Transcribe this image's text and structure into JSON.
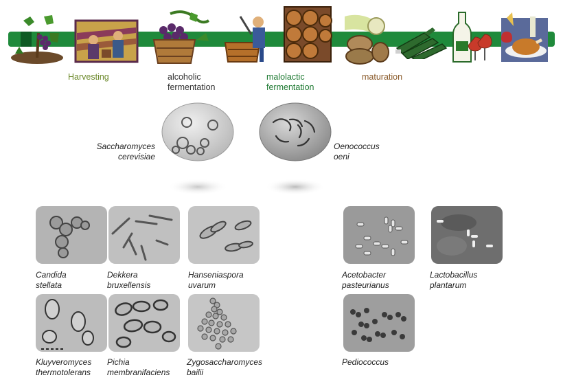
{
  "process": {
    "stages": {
      "harvesting": "Harvesting",
      "alcoholic": "alcoholic\nfermentation",
      "malolactic": "malolactic\nfermentation",
      "maturation": "maturation"
    },
    "icons": [
      "grapevine-icon",
      "vineyard-workers-icon",
      "grape-crate-icon",
      "wine-press-icon",
      "cellar-barrels-icon",
      "barrels-and-cheese-icon",
      "bottles-icon",
      "bottle-and-glasses-icon",
      "dinner-table-icon"
    ]
  },
  "main_organisms": {
    "yeast": "Saccharomyces\ncerevisiae",
    "bacterium": "Oenococcus\noeni"
  },
  "yeasts": [
    {
      "label": "Candida\nstellata"
    },
    {
      "label": "Dekkera\nbruxellensis"
    },
    {
      "label": "Hanseniaspora\nuvarum"
    },
    {
      "label": "Kluyveromyces\nthermotolerans"
    },
    {
      "label": "Pichia\nmembranifaciens"
    },
    {
      "label": "Zygosaccharomyces\nbailii"
    }
  ],
  "bacteria": [
    {
      "label": "Acetobacter\npasteurianus"
    },
    {
      "label": "Lactobacillus\nplantarum"
    },
    {
      "label": "Pediococcus"
    }
  ],
  "colors": {
    "band": "#1f8a3b",
    "harvest_label": "#6d8a2c",
    "malolactic_label": "#1f7a33",
    "maturation_label": "#8a5a2a"
  }
}
